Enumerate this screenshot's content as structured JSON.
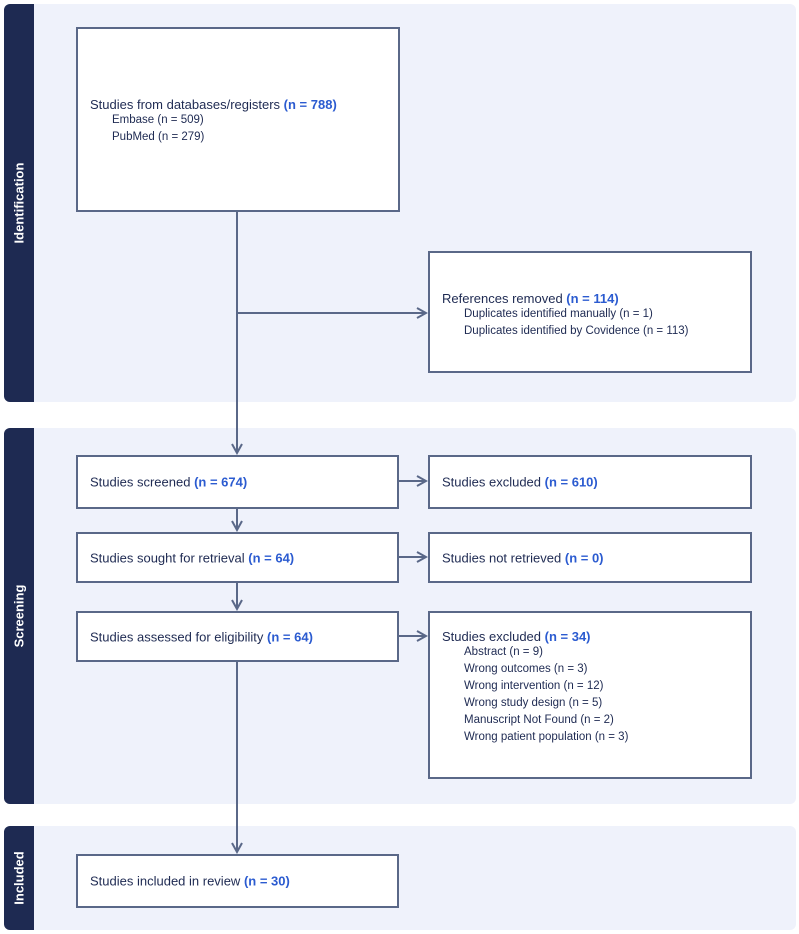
{
  "sections": {
    "identification": "Identification",
    "screening": "Screening",
    "included": "Included"
  },
  "boxes": {
    "databases": {
      "title": "Studies from databases/registers",
      "count": "(n = 788)",
      "items": [
        "Embase (n = 509)",
        "PubMed (n = 279)"
      ]
    },
    "removed": {
      "title": "References removed",
      "count": "(n = 114)",
      "items": [
        "Duplicates identified manually (n = 1)",
        "Duplicates identified by Covidence (n = 113)"
      ]
    },
    "screened": {
      "title": "Studies screened",
      "count": "(n = 674)"
    },
    "excluded_screen": {
      "title": "Studies excluded",
      "count": "(n = 610)"
    },
    "sought": {
      "title": "Studies sought for retrieval",
      "count": "(n = 64)"
    },
    "not_retrieved": {
      "title": "Studies not retrieved",
      "count": "(n = 0)"
    },
    "assessed": {
      "title": "Studies assessed for eligibility",
      "count": "(n = 64)"
    },
    "excluded_elig": {
      "title": "Studies excluded",
      "count": "(n = 34)",
      "items": [
        "Abstract (n = 9)",
        "Wrong outcomes (n = 3)",
        "Wrong intervention (n = 12)",
        "Wrong study design (n = 5)",
        "Manuscript Not Found (n = 2)",
        "Wrong patient population (n = 3)"
      ]
    },
    "included": {
      "title": "Studies included in review",
      "count": "(n = 30)"
    }
  },
  "colors": {
    "sidebar": "#1e2a52",
    "section_bg": "#eff2fb",
    "box_border": "#5a6888",
    "count_accent": "#2b5bd0",
    "arrow": "#5a6888"
  }
}
